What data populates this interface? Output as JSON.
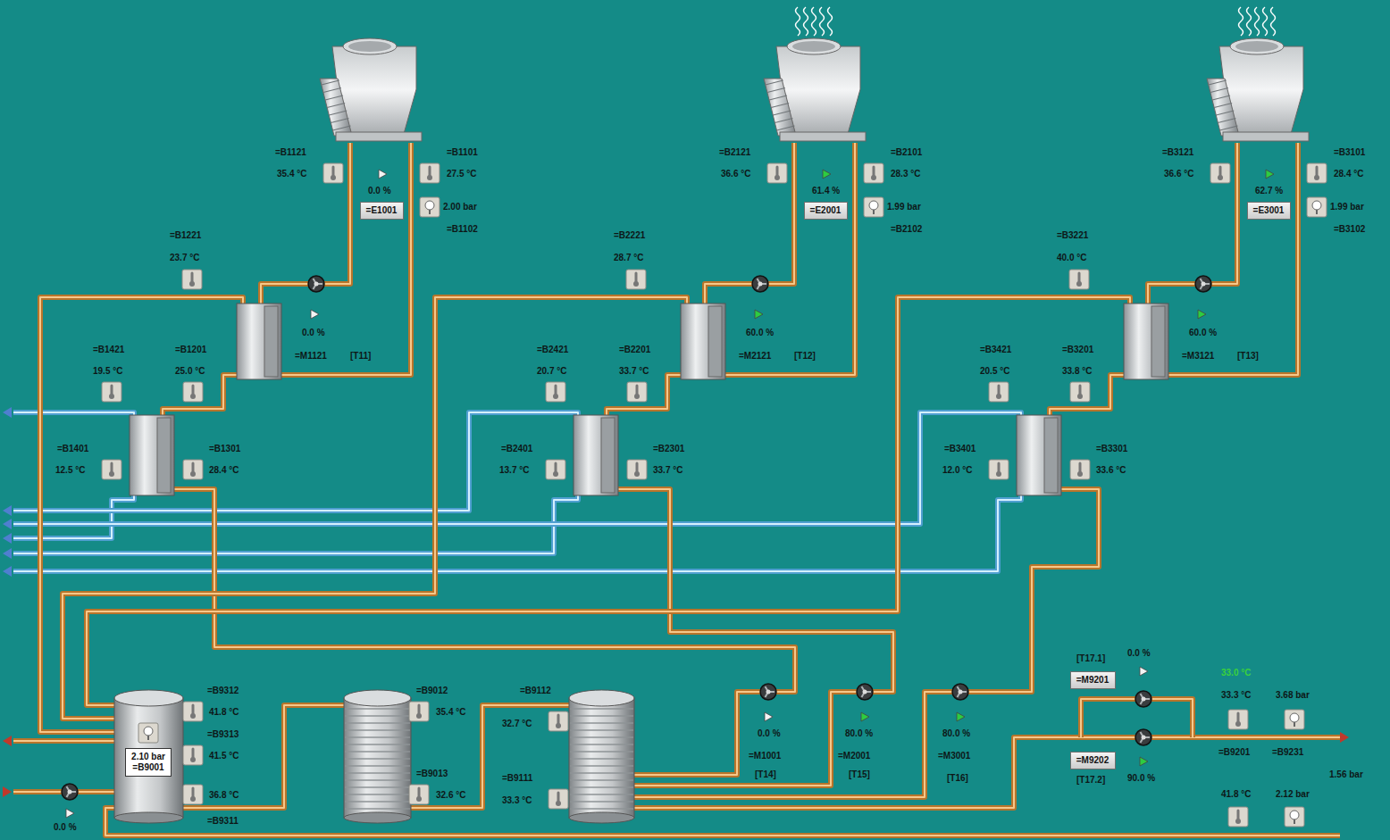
{
  "diagram": {
    "nodes": [
      {
        "text": [
          "=E1001"
        ]
      },
      {
        "text": [
          "=E2001"
        ]
      },
      {
        "text": [
          "=E3001"
        ]
      },
      {
        "text": [
          "=M9201"
        ]
      },
      {
        "text": [
          "2.10 bar",
          "=B9001"
        ]
      },
      {
        "text": [
          "=M9202"
        ]
      }
    ],
    "labels": [
      "=B1121",
      "35.4 °C",
      "=B1101",
      "27.5 °C",
      "0.0 %",
      "2.00 bar",
      "=B1102",
      "=B1221",
      "23.7 °C",
      "0.0 %",
      "=M1121",
      "[T11]",
      "=B1421",
      "19.5 °C",
      "=B1201",
      "25.0 °C",
      "=B1401",
      "12.5 °C",
      "=B1301",
      "28.4 °C",
      "=B2121",
      "36.6 °C",
      "=B2101",
      "28.3 °C",
      "61.4 %",
      "1.99 bar",
      "=B2102",
      "=B2221",
      "28.7 °C",
      "60.0 %",
      "=M2121",
      "[T12]",
      "=B2421",
      "20.7 °C",
      "=B2201",
      "33.7 °C",
      "=B2401",
      "13.7 °C",
      "=B2301",
      "33.7 °C",
      "=B3121",
      "36.6 °C",
      "=B3101",
      "28.4 °C",
      "62.7 %",
      "1.99 bar",
      "=B3102",
      "=B3221",
      "40.0 °C",
      "60.0 %",
      "=M3121",
      "[T13]",
      "=B3421",
      "20.5 °C",
      "=B3201",
      "33.8 °C",
      "=B3401",
      "12.0 °C",
      "=B3301",
      "33.6 °C",
      "=B9312",
      "41.8 °C",
      "=B9313",
      "41.5 °C",
      "36.8 °C",
      "=B9311",
      "0.0 %",
      "=B9012",
      "35.4 °C",
      "=B9013",
      "32.6 °C",
      "=B9112",
      "32.7 °C",
      "=B9111",
      "33.3 °C",
      "0.0 %",
      "=M1001",
      "[T14]",
      "80.0 %",
      "=M2001",
      "[T15]",
      "80.0 %",
      "=M3001",
      "[T16]",
      "[T17.1]",
      "0.0 %",
      "[T17.2]",
      "90.0 %",
      "33.0 °C",
      "33.3 °C",
      "3.68 bar",
      "=B9201",
      "=B9231",
      "1.56 bar",
      "41.8 °C",
      "2.12 bar"
    ]
  }
}
